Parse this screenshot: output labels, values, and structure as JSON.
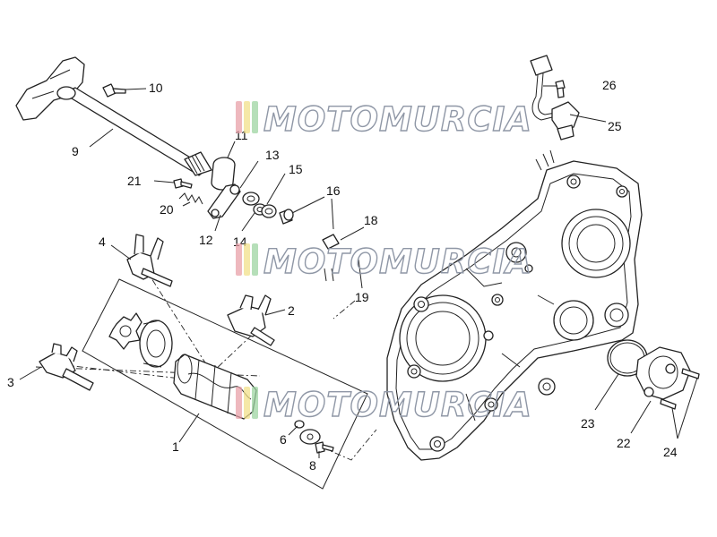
{
  "watermark": {
    "text": "MOTOMURCIA",
    "stroke_color": "#8f97a6",
    "stripe_colors": [
      "#e8a0a8",
      "#f1e08a",
      "#9ed4a2"
    ]
  },
  "callouts": {
    "c1": "1",
    "c2": "2",
    "c3": "3",
    "c4": "4",
    "c6": "6",
    "c8": "8",
    "c9": "9",
    "c10": "10",
    "c11": "11",
    "c12": "12",
    "c13": "13",
    "c14": "14",
    "c15": "15",
    "c16": "16",
    "c18": "18",
    "c19": "19",
    "c20": "20",
    "c21": "21",
    "c22": "22",
    "c23": "23",
    "c24": "24",
    "c25": "25",
    "c26": "26"
  }
}
